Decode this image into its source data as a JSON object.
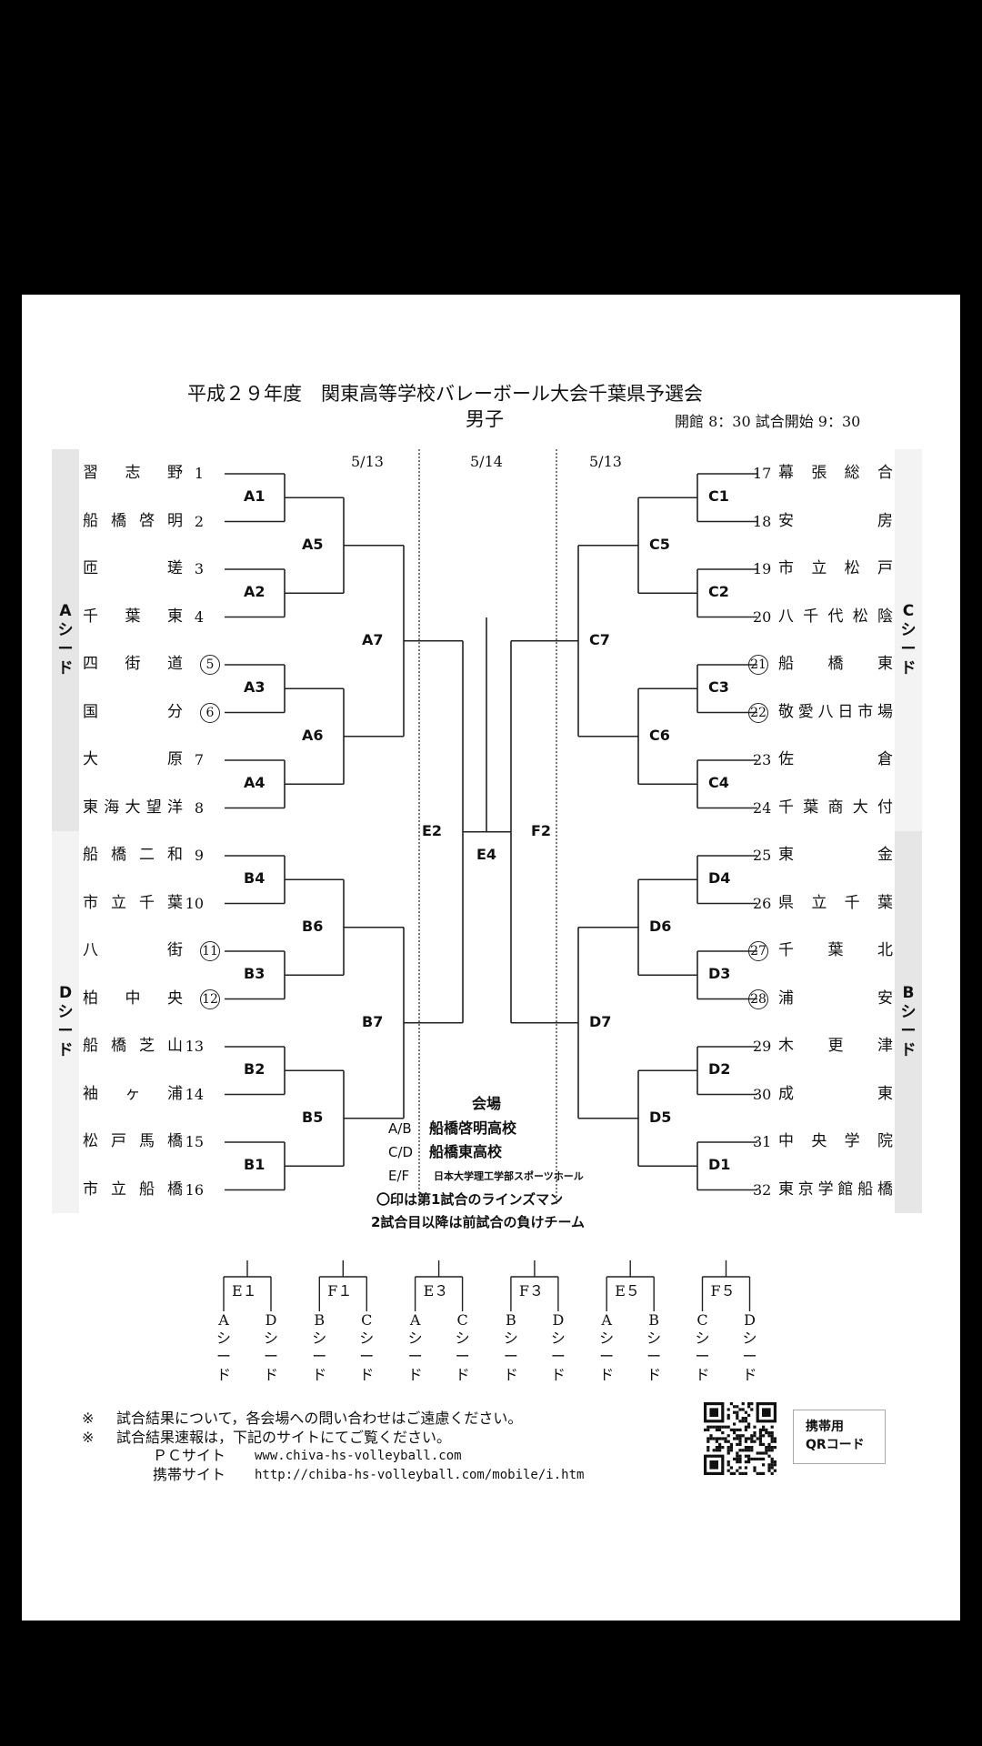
{
  "title": "平成２９年度　関東高等学校バレーボール大会千葉県予選会",
  "subtitle": "男子",
  "schedule": "開館 8：30 試合開始 9：30",
  "dates": {
    "left": "5/13",
    "center": "5/14",
    "right": "5/13"
  },
  "seeds": {
    "a": [
      "A",
      "シ",
      "ー",
      "ド"
    ],
    "d": [
      "D",
      "シ",
      "ー",
      "ド"
    ],
    "c": [
      "C",
      "シ",
      "ー",
      "ド"
    ],
    "b": [
      "B",
      "シ",
      "ー",
      "ド"
    ]
  },
  "left_teams": [
    {
      "name": "習志野",
      "num": "1",
      "circle": false
    },
    {
      "name": "船橋啓明",
      "num": "2",
      "circle": false
    },
    {
      "name": "匝瑳",
      "num": "3",
      "circle": false
    },
    {
      "name": "千葉東",
      "num": "4",
      "circle": false
    },
    {
      "name": "四街道",
      "num": "5",
      "circle": true
    },
    {
      "name": "国分",
      "num": "6",
      "circle": true
    },
    {
      "name": "大原",
      "num": "7",
      "circle": false
    },
    {
      "name": "東海大望洋",
      "num": "8",
      "circle": false
    },
    {
      "name": "船橋二和",
      "num": "9",
      "circle": false
    },
    {
      "name": "市立千葉",
      "num": "10",
      "circle": false
    },
    {
      "name": "八街",
      "num": "11",
      "circle": true
    },
    {
      "name": "柏中央",
      "num": "12",
      "circle": true
    },
    {
      "name": "船橋芝山",
      "num": "13",
      "circle": false
    },
    {
      "name": "袖ヶ浦",
      "num": "14",
      "circle": false
    },
    {
      "name": "松戸馬橋",
      "num": "15",
      "circle": false
    },
    {
      "name": "市立船橋",
      "num": "16",
      "circle": false
    }
  ],
  "right_teams": [
    {
      "name": "幕張総合",
      "num": "17",
      "circle": false
    },
    {
      "name": "安房",
      "num": "18",
      "circle": false
    },
    {
      "name": "市立松戸",
      "num": "19",
      "circle": false
    },
    {
      "name": "八千代松陰",
      "num": "20",
      "circle": false
    },
    {
      "name": "船橋東",
      "num": "21",
      "circle": true
    },
    {
      "name": "敬愛八日市場",
      "num": "22",
      "circle": true
    },
    {
      "name": "佐倉",
      "num": "23",
      "circle": false
    },
    {
      "name": "千葉商大付",
      "num": "24",
      "circle": false
    },
    {
      "name": "東金",
      "num": "25",
      "circle": false
    },
    {
      "name": "県立千葉",
      "num": "26",
      "circle": false
    },
    {
      "name": "千葉北",
      "num": "27",
      "circle": true
    },
    {
      "name": "浦安",
      "num": "28",
      "circle": true
    },
    {
      "name": "木更津",
      "num": "29",
      "circle": false
    },
    {
      "name": "成東",
      "num": "30",
      "circle": false
    },
    {
      "name": "中央学院",
      "num": "31",
      "circle": false
    },
    {
      "name": "東京学館船橋",
      "num": "32",
      "circle": false
    }
  ],
  "matches": {
    "a1": "A1",
    "a2": "A2",
    "a3": "A3",
    "a4": "A4",
    "a5": "A5",
    "a6": "A6",
    "a7": "A7",
    "b1": "B1",
    "b2": "B2",
    "b3": "B3",
    "b4": "B4",
    "b5": "B5",
    "b6": "B6",
    "b7": "B7",
    "c1": "C1",
    "c2": "C2",
    "c3": "C3",
    "c4": "C4",
    "c5": "C5",
    "c6": "C6",
    "c7": "C7",
    "d1": "D1",
    "d2": "D2",
    "d3": "D3",
    "d4": "D4",
    "d5": "D5",
    "d6": "D6",
    "d7": "D7",
    "e2": "E2",
    "e4": "E4",
    "f2": "F2"
  },
  "venue": {
    "heading": "会場",
    "rows": [
      {
        "code": "A/B",
        "name": "船橋啓明高校"
      },
      {
        "code": "C/D",
        "name": "船橋東高校"
      },
      {
        "code": "E/F",
        "name": "日本大学理工学部スポーツホール"
      }
    ],
    "note1": "〇印は第1試合のラインズマン",
    "note2": "2試合目以降は前試合の負けチーム"
  },
  "placement": [
    {
      "label": "E１",
      "left": [
        "A",
        "シ",
        "ー",
        "ド"
      ],
      "right": [
        "D",
        "シ",
        "ー",
        "ド"
      ]
    },
    {
      "label": "F１",
      "left": [
        "B",
        "シ",
        "ー",
        "ド"
      ],
      "right": [
        "C",
        "シ",
        "ー",
        "ド"
      ]
    },
    {
      "label": "E３",
      "left": [
        "A",
        "シ",
        "ー",
        "ド"
      ],
      "right": [
        "C",
        "シ",
        "ー",
        "ド"
      ]
    },
    {
      "label": "F３",
      "left": [
        "B",
        "シ",
        "ー",
        "ド"
      ],
      "right": [
        "D",
        "シ",
        "ー",
        "ド"
      ]
    },
    {
      "label": "E５",
      "left": [
        "A",
        "シ",
        "ー",
        "ド"
      ],
      "right": [
        "B",
        "シ",
        "ー",
        "ド"
      ]
    },
    {
      "label": "F５",
      "left": [
        "C",
        "シ",
        "ー",
        "ド"
      ],
      "right": [
        "D",
        "シ",
        "ー",
        "ド"
      ]
    }
  ],
  "footer": {
    "mark": "※",
    "line1": "試合結果について，各会場への問い合わせはご遠慮ください。",
    "line2": "試合結果速報は，下記のサイトにてご覧ください。",
    "pc_label": "ＰＣサイト",
    "pc_url": "www.chiva-hs-volleyball.com",
    "mobile_label": "携帯サイト",
    "mobile_url": "http://chiba-hs-volleyball.com/mobile/i.htm"
  },
  "qr_label": [
    "携帯用",
    "QRコード"
  ]
}
